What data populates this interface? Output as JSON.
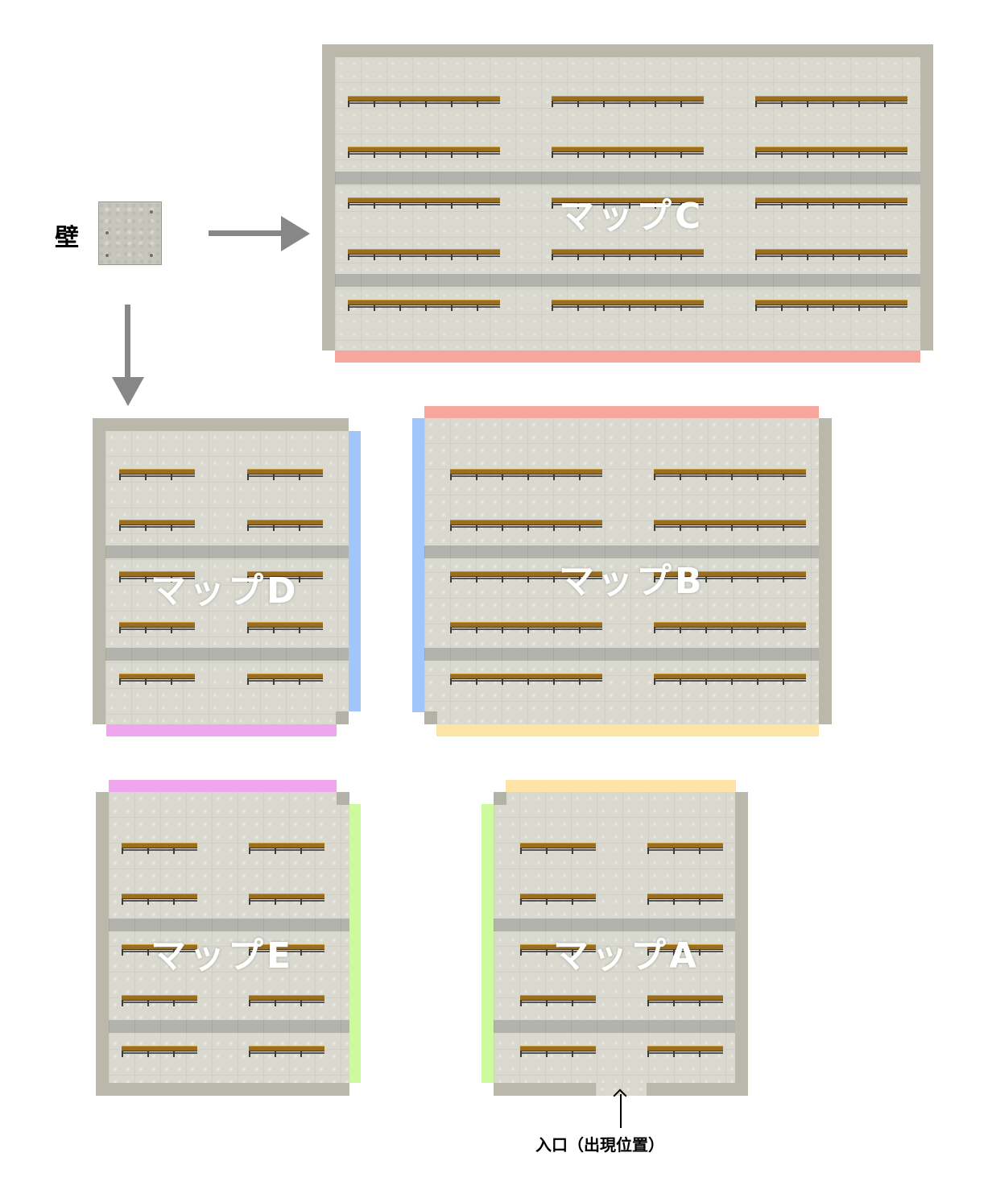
{
  "legend": {
    "wall_label": "壁",
    "wall_swatch_icon": "wall-texture-icon"
  },
  "maps": [
    {
      "id": "C",
      "label": "マップC"
    },
    {
      "id": "D",
      "label": "マップD"
    },
    {
      "id": "B",
      "label": "マップB"
    },
    {
      "id": "E",
      "label": "マップE"
    },
    {
      "id": "A",
      "label": "マップA"
    }
  ],
  "entrance": {
    "label": "入口（出現位置）",
    "arrow_icon": "up-arrow-icon"
  },
  "connections": [
    {
      "from": "C",
      "to": "B",
      "color": "#f6a69c"
    },
    {
      "from": "D",
      "to": "B",
      "color": "#a3c6fa"
    },
    {
      "from": "D",
      "to": "E",
      "color": "#f0a6ef"
    },
    {
      "from": "B",
      "to": "A",
      "color": "#fde4a6"
    },
    {
      "from": "E",
      "to": "A",
      "color": "#cefa9e"
    }
  ],
  "colors": {
    "wall": "#b9b8ab",
    "floor": "#d9d9cf",
    "aisle": "#b3b3ad",
    "bench": "#9b6d1f",
    "arrow": "#878787"
  }
}
